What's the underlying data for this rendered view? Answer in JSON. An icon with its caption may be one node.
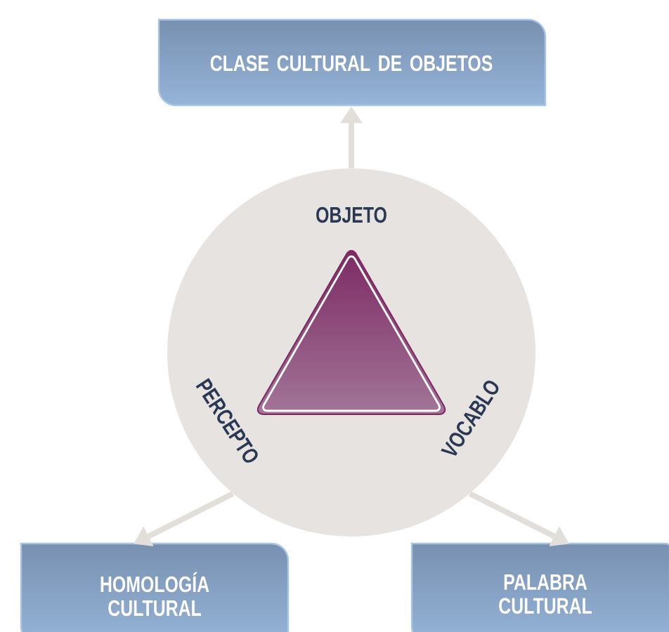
{
  "diagram": {
    "nodes": [
      {
        "text": [
          "CLASE CULTURAL DE OBJETOS"
        ]
      },
      {
        "text": [
          "OBJETO",
          "PERCEPTO",
          "VOCABLO"
        ]
      },
      {
        "text": [],
        "shape": "triangle",
        "in": 1
      },
      {
        "text": [
          "HOMOLOGÍA CULTURAL"
        ]
      },
      {
        "text": [
          "PALABRA CULTURAL"
        ]
      }
    ],
    "edges": [
      {
        "from": 1,
        "to": 0,
        "arrow": "to"
      },
      {
        "from": 1,
        "to": 3,
        "arrow": "to"
      },
      {
        "from": 1,
        "to": 4,
        "arrow": "to"
      }
    ]
  }
}
